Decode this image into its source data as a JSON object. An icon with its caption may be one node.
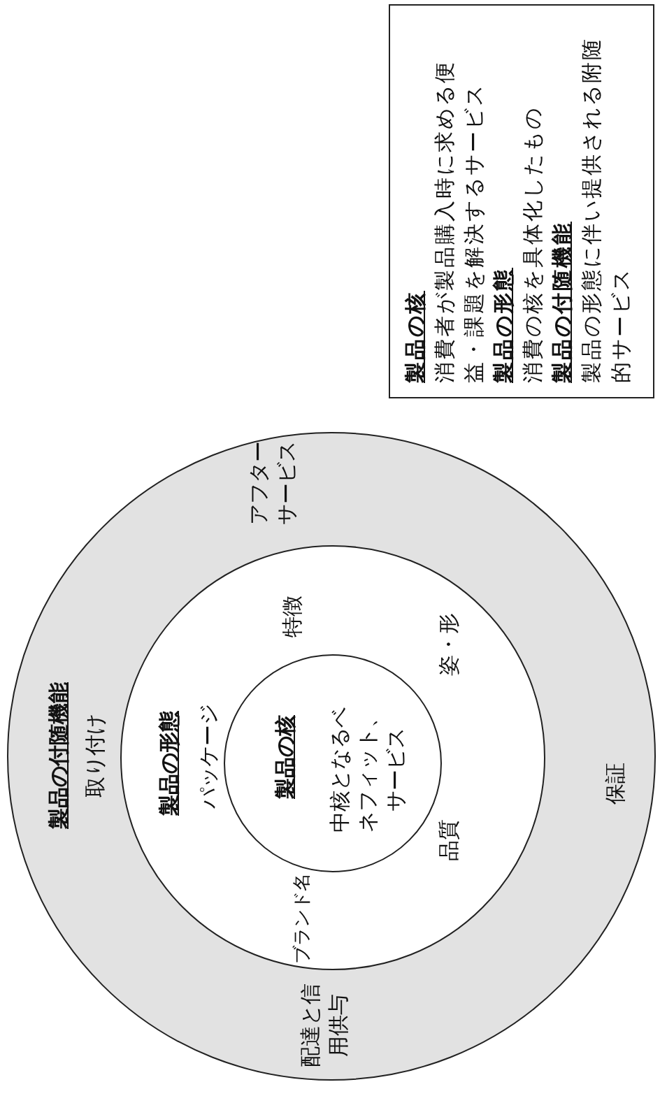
{
  "diagram": {
    "nodes": [
      {
        "text": [
          "製品の付随機能",
          "取り付け",
          "アフターサービス",
          "保証",
          "配達と信用供与"
        ]
      },
      {
        "text": [
          "製品の形態",
          "パッケージ",
          "特徴",
          "姿・形",
          "品質",
          "ブランド名"
        ],
        "in": 0
      },
      {
        "text": [
          "製品の核",
          "中核となるベネフィット、サービス"
        ],
        "in": 1
      },
      {
        "text": [
          "製品の核",
          "消費者が製品購入時に求める便益・課題を解決するサービス",
          "製品の形態",
          "消費の核を具体化したもの",
          "製品の付随機能",
          "製品の形態に伴い提供される附随的サービス"
        ]
      }
    ]
  }
}
